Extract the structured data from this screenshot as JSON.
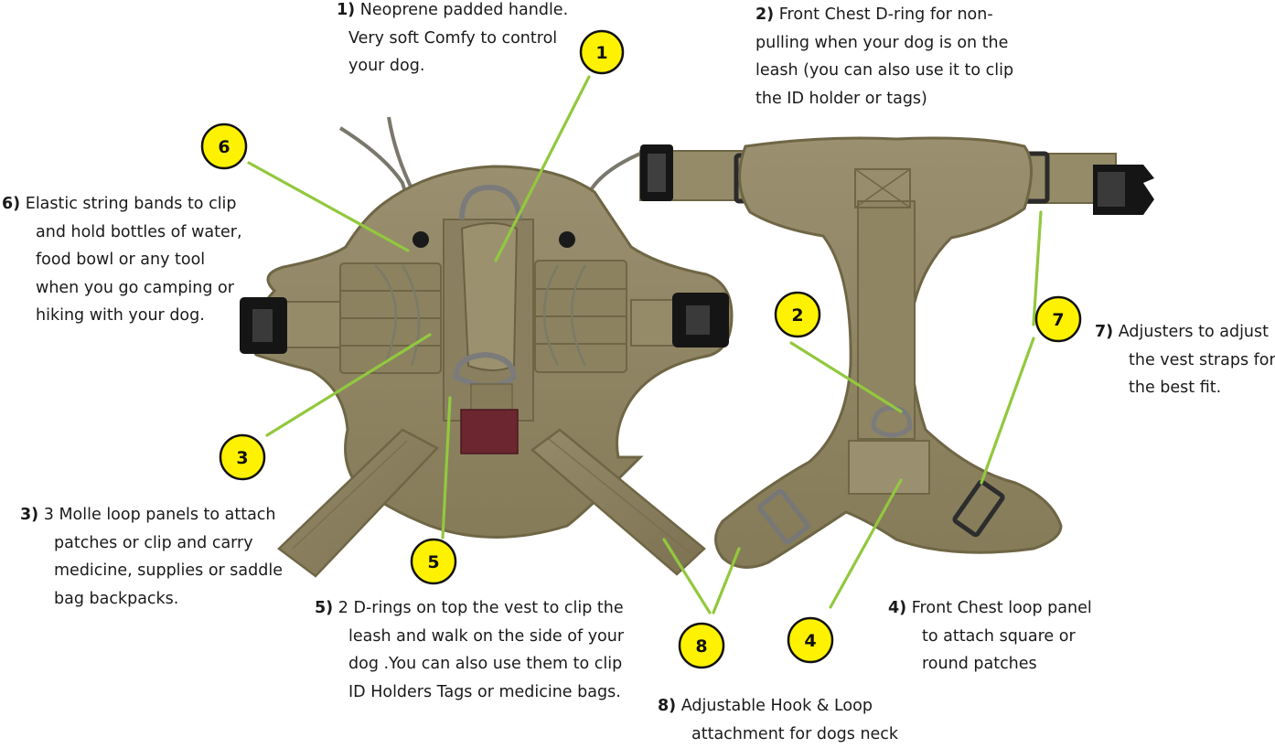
{
  "badges": [
    "1",
    "2",
    "3",
    "4",
    "5",
    "6",
    "7",
    "8"
  ],
  "callouts": [
    {
      "number": "1)",
      "lines": [
        "Neoprene padded handle.",
        "Very soft Comfy to control",
        "your dog."
      ]
    },
    {
      "number": "2)",
      "lines": [
        "Front Chest D-ring for non-",
        "pulling when your dog is on the",
        "leash (you can also use it to clip",
        "the ID holder or tags)"
      ]
    },
    {
      "number": "3)",
      "lines": [
        "3 Molle loop panels to attach",
        "patches or clip and carry",
        "medicine, supplies or saddle",
        "bag backpacks."
      ]
    },
    {
      "number": "4)",
      "lines": [
        "Front Chest loop panel",
        "to attach square or",
        "round patches"
      ]
    },
    {
      "number": "5)",
      "lines": [
        "2 D-rings  on top the vest to clip the",
        "leash and walk on the side of your",
        "dog .You can also use them to clip",
        "ID Holders Tags or medicine bags."
      ]
    },
    {
      "number": "6)",
      "lines": [
        "Elastic string bands to clip",
        "and hold bottles of water,",
        "food bowl or any tool",
        "when you go camping or",
        "hiking with your dog."
      ]
    },
    {
      "number": "7)",
      "lines": [
        "Adjusters to adjust",
        "the vest  straps for",
        "the best fit."
      ]
    },
    {
      "number": "8)",
      "lines": [
        "Adjustable Hook & Loop",
        "attachment for dogs neck"
      ]
    }
  ],
  "colors": {
    "badge_fill": "#fff200",
    "badge_stroke": "#111111",
    "leader": "#92c83e",
    "harness": "#8e8460",
    "harness_dark": "#6f6646",
    "buckle": "#151515",
    "patch": "#6b2630"
  }
}
